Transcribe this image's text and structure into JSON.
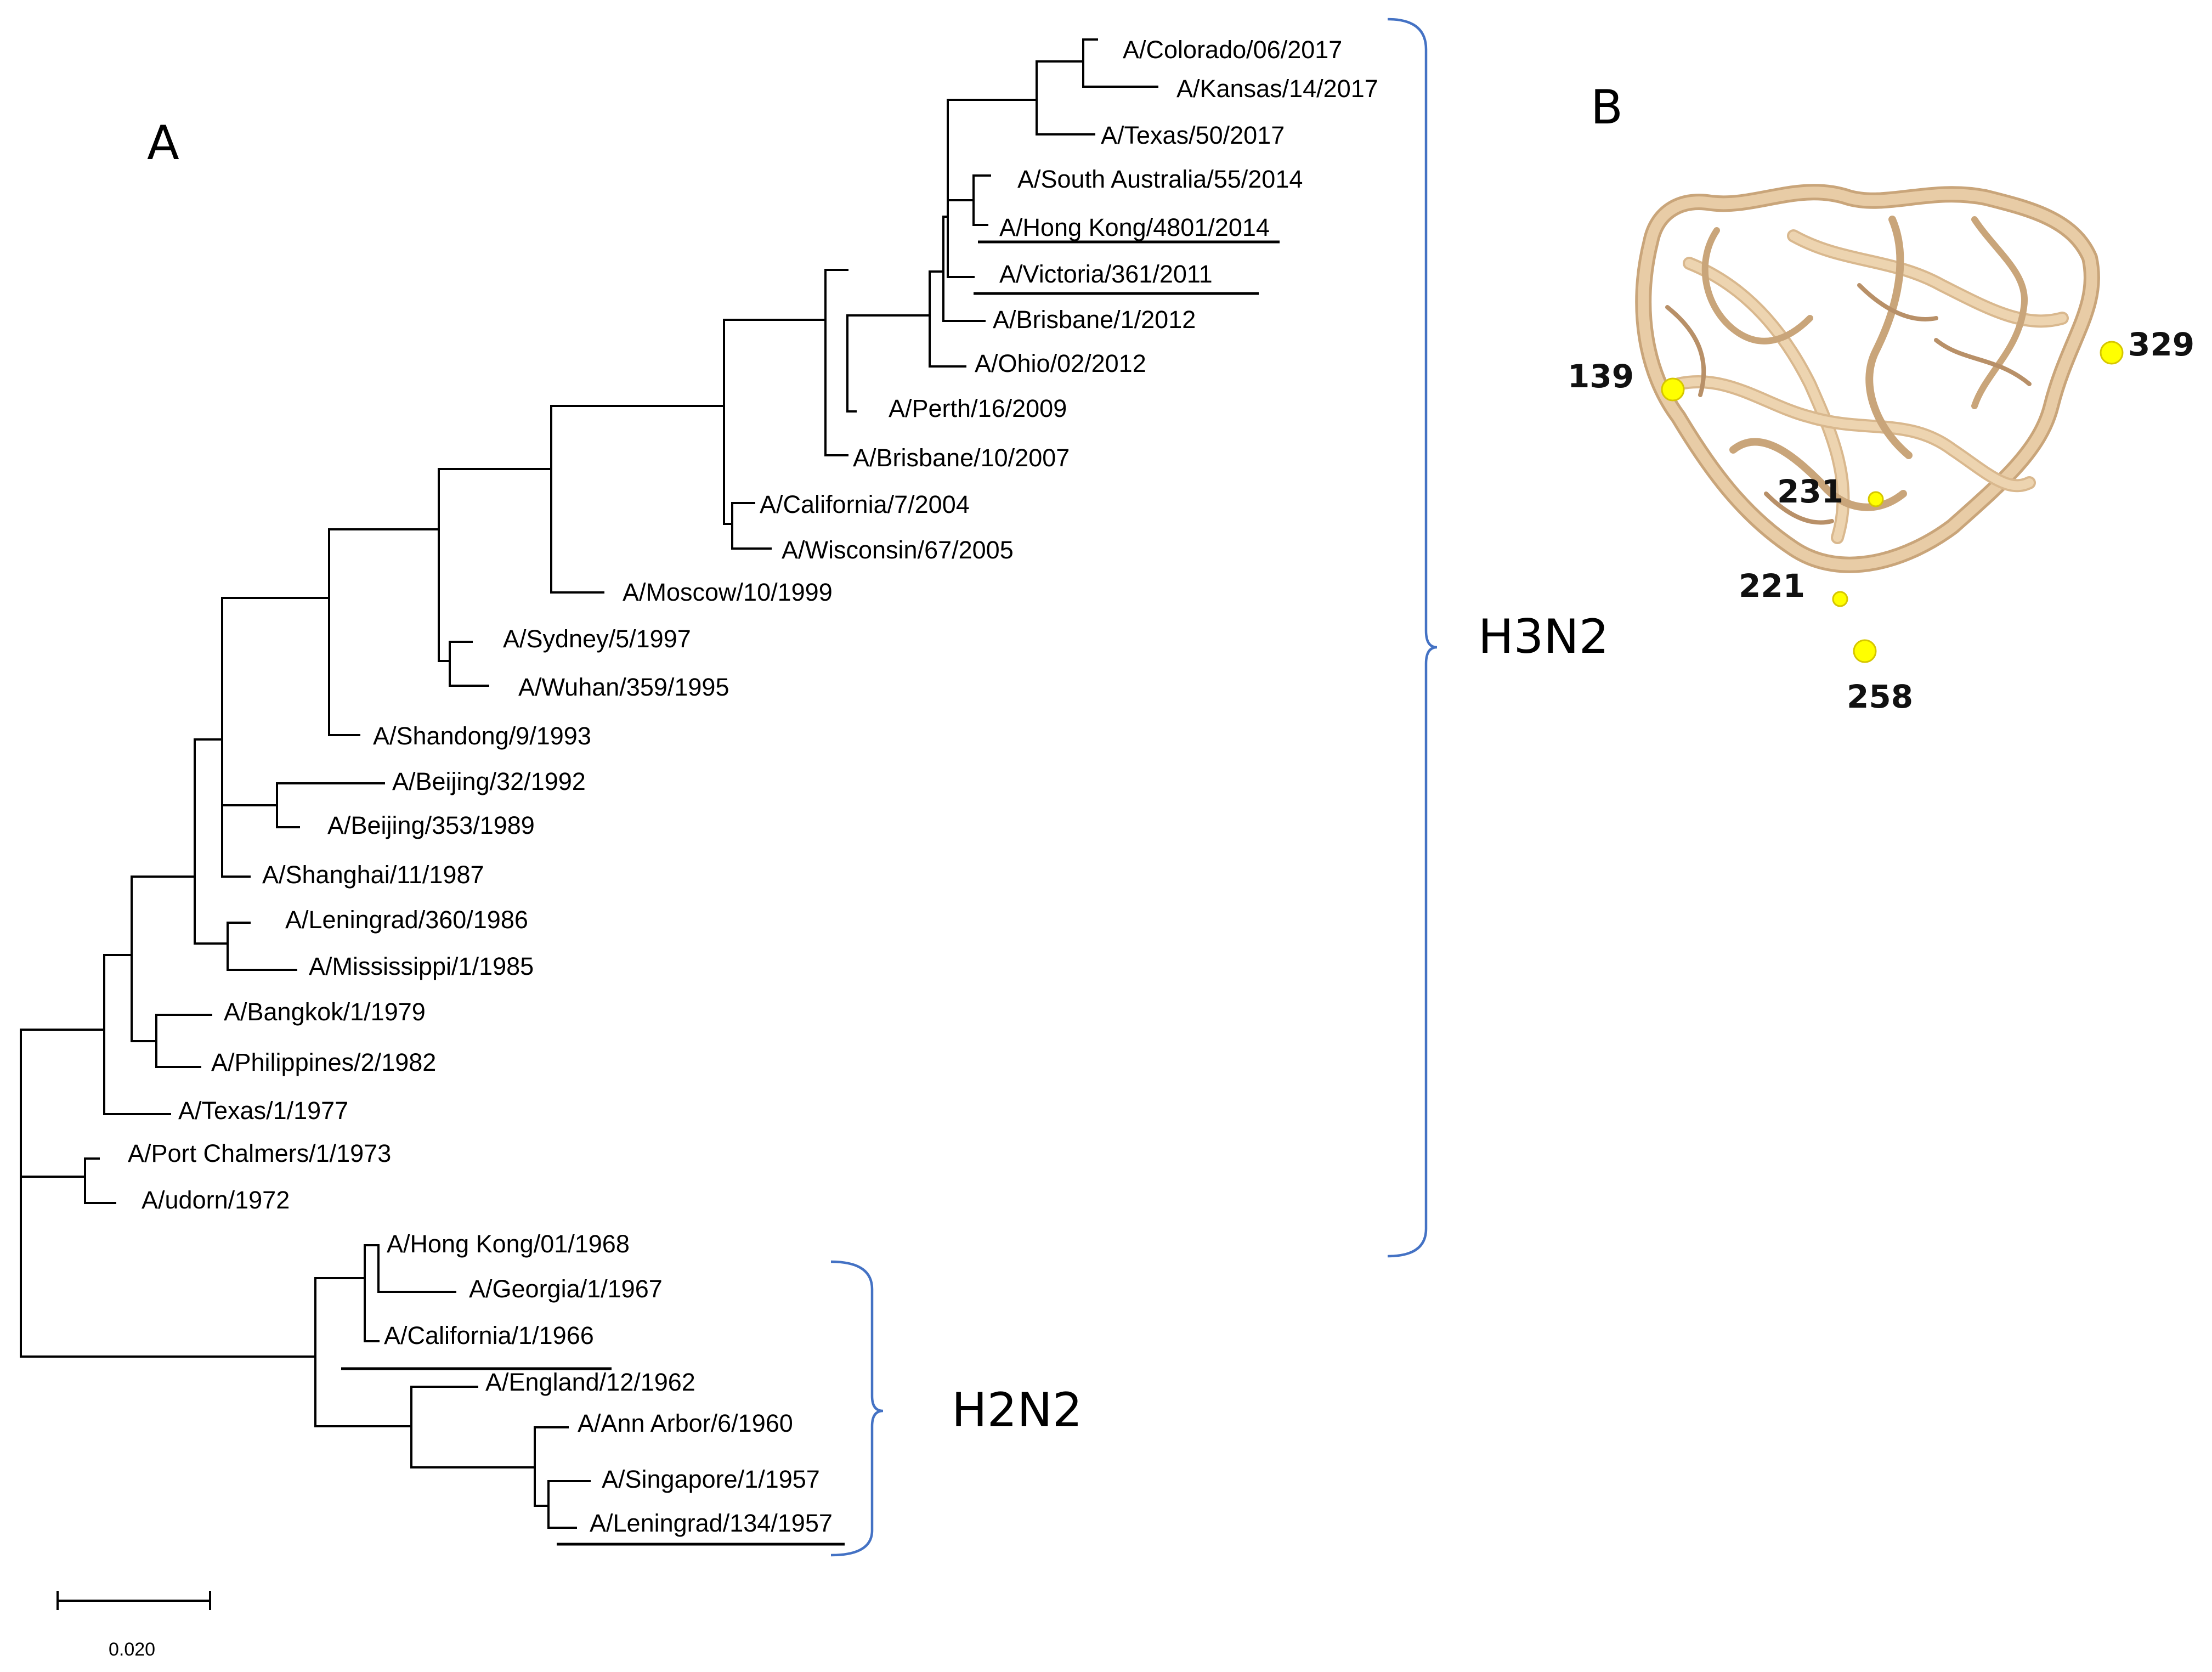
{
  "panels": {
    "a_label": "A",
    "b_label": "B"
  },
  "taxa": [
    "A/Colorado/06/2017",
    "A/Kansas/14/2017",
    "A/Texas/50/2017",
    "A/South Australia/55/2014",
    "A/Hong Kong/4801/2014",
    "A/Victoria/361/2011",
    "A/Brisbane/1/2012",
    "A/Ohio/02/2012",
    "A/Perth/16/2009",
    "A/Brisbane/10/2007",
    "A/California/7/2004",
    "A/Wisconsin/67/2005",
    "A/Moscow/10/1999",
    "A/Sydney/5/1997",
    "A/Wuhan/359/1995",
    "A/Shandong/9/1993",
    "A/Beijing/32/1992",
    "A/Beijing/353/1989",
    "A/Shanghai/11/1987",
    "A/Leningrad/360/1986",
    "A/Mississippi/1/1985",
    "A/Bangkok/1/1979",
    "A/Philippines/2/1982",
    "A/Texas/1/1977",
    "A/Port Chalmers/1/1973",
    "A/udorn/1972",
    "A/Hong Kong/01/1968",
    "A/Georgia/1/1967",
    "A/California/1/1966",
    "A/England/12/1962",
    "A/Ann Arbor/6/1960",
    "A/Singapore/1/1957",
    "A/Leningrad/134/1957"
  ],
  "clades": {
    "h3n2": "H3N2",
    "h2n2": "H2N2"
  },
  "scale_bar": {
    "label": "0.020",
    "value": 0.02
  },
  "structure": {
    "sites": [
      "139",
      "329",
      "231",
      "221",
      "258"
    ],
    "ribbon_color": "#e3c7a0",
    "site_color": "#ffff00"
  }
}
